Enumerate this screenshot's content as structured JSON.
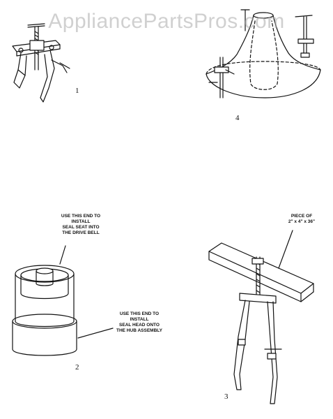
{
  "watermark": "AppliancePartsPros.com",
  "figures": {
    "fig1": {
      "number": "1"
    },
    "fig2": {
      "number": "2",
      "callout_top": "USE THIS END TO\nINSTALL\nSEAL SEAT INTO\nTHE DRIVE BELL",
      "callout_bottom": "USE THIS END TO\nINSTALL\nSEAL HEAD ONTO\nTHE HUB ASSEMBLY"
    },
    "fig3": {
      "number": "3",
      "callout": "PIECE OF\n2\" x 4\" x 36\""
    },
    "fig4": {
      "number": "4"
    }
  },
  "colors": {
    "ink": "#111111",
    "watermark": "#aaaaaa"
  }
}
